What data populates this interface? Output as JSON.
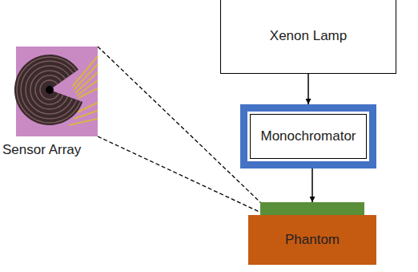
{
  "diagram": {
    "nodes": [
      {
        "text": [
          "Xenon Lamp"
        ]
      },
      {
        "text": [
          "Monochromator"
        ]
      },
      {
        "text": [
          "Phantom"
        ]
      }
    ],
    "edges": [
      {
        "from": 0,
        "to": 1,
        "arrow": "to"
      },
      {
        "from": 1,
        "to": 2,
        "arrow": "to"
      }
    ],
    "labels": [
      "Sensor Array"
    ]
  }
}
